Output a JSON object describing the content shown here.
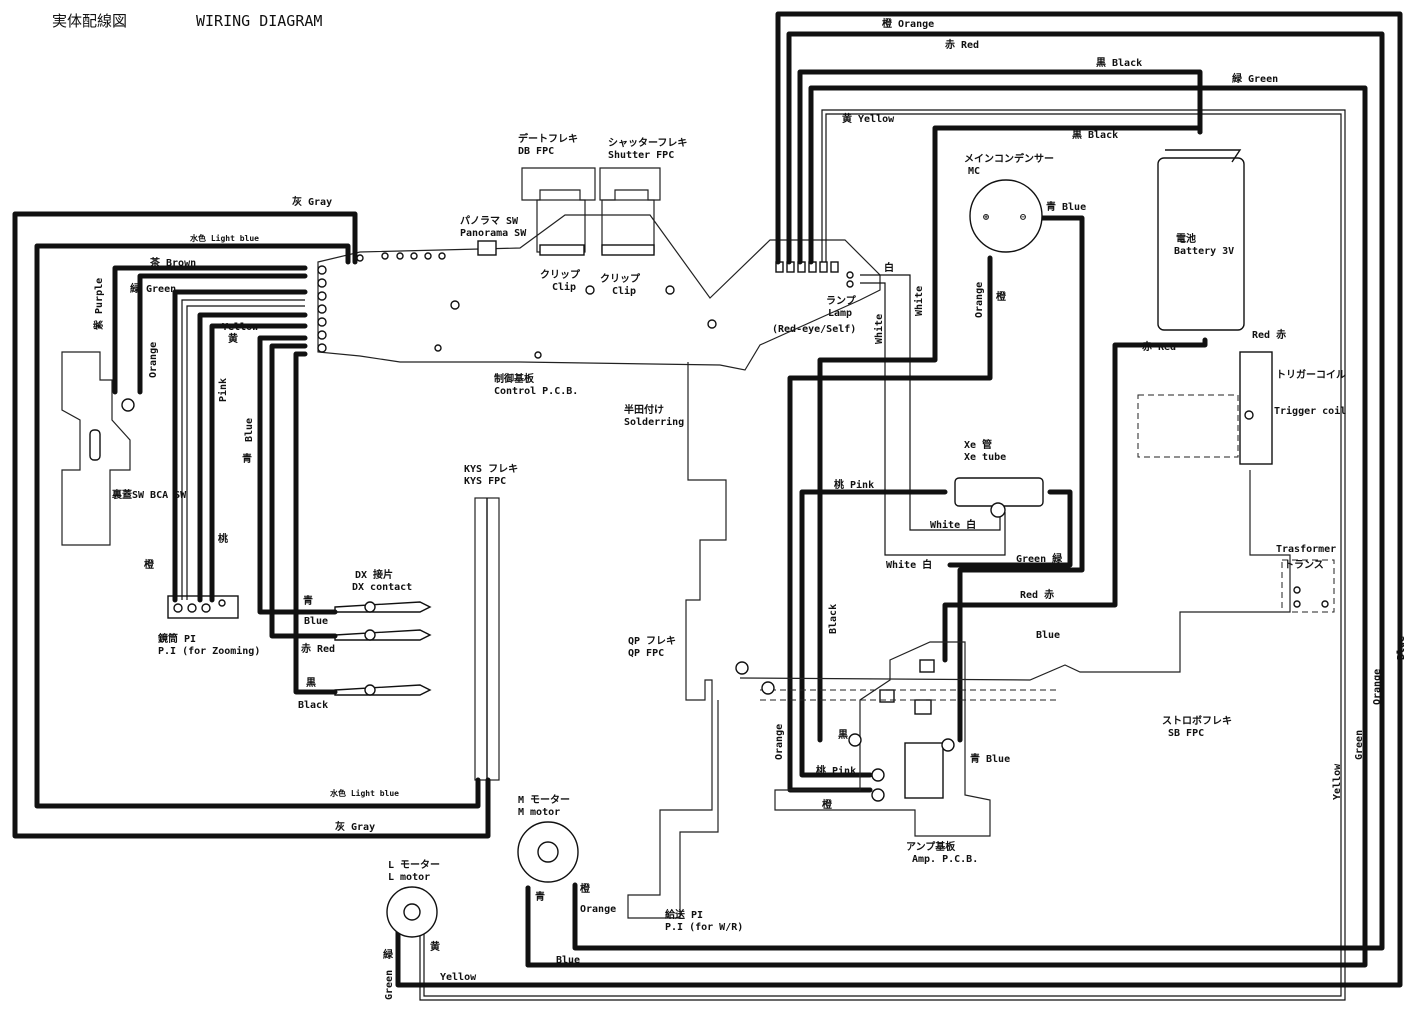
{
  "title": {
    "jp": "実体配線図",
    "en": "WIRING DIAGRAM"
  },
  "labels": {
    "gray_top": "灰 Gray",
    "light_blue_top": "水色 Light blue",
    "brown": "茶 Brown",
    "green_left": "緑 Green",
    "yellow_left": "Yellow",
    "yellow_left_jp": "黄",
    "purple": "紫 Purple",
    "orange_left": "Orange",
    "pink_left": "Pink",
    "blue_left": "Blue",
    "blue_left_jp": "青",
    "orange_left_jp": "橙",
    "pink_left_jp": "桃",
    "bca_sw": "裏蓋SW BCA SW",
    "pi_zoom_jp": "鏡筒 PI",
    "pi_zoom_en": "P.I (for Zooming)",
    "dx_contact_jp": "DX 接片",
    "dx_contact_en": "DX contact",
    "dx_blue": "Blue",
    "dx_blue_jp": "青",
    "dx_red": "赤 Red",
    "dx_black_jp": "黒",
    "dx_black": "Black",
    "light_blue_bottom": "水色 Light blue",
    "gray_bottom": "灰 Gray",
    "kys_fpc_jp": "KYS フレキ",
    "kys_fpc_en": "KYS FPC",
    "panorama_jp": "パノラマ SW",
    "panorama_en": "Panorama SW",
    "db_fpc_jp": "デートフレキ",
    "db_fpc_en": "DB FPC",
    "shutter_fpc_jp": "シャッターフレキ",
    "shutter_fpc_en": "Shutter FPC",
    "clip1_jp": "クリップ",
    "clip1_en": "Clip",
    "clip2_jp": "クリップ",
    "clip2_en": "Clip",
    "control_pcb_jp": "制御基板",
    "control_pcb_en": "Control P.C.B.",
    "soldering_jp": "半田付け",
    "soldering_en": "Solderring",
    "lamp_jp": "ランプ",
    "lamp_en": "Lamp",
    "lamp_note": "(Red-eye/Self)",
    "qp_fpc_jp": "QP フレキ",
    "qp_fpc_en": "QP FPC",
    "m_motor_jp": "M モーター",
    "m_motor_en": "M motor",
    "l_motor_jp": "L モーター",
    "l_motor_en": "L motor",
    "m_blue_jp": "青",
    "m_orange": "Orange",
    "m_orange_jp": "橙",
    "feed_pi_jp": "給送 PI",
    "feed_pi_en": "P.I (for W/R)",
    "blue_bottom": "Blue",
    "yellow_bottom": "Yellow",
    "green_bottom": "Green",
    "l_green_jp": "緑",
    "l_yellow_jp": "黄",
    "orange_top": "橙 Orange",
    "red_top": "赤 Red",
    "black_top": "黒 Black",
    "green_top": "緑 Green",
    "yellow_top": "黄 Yellow",
    "black_mid": "黒 Black",
    "main_capacitor_jp": "メインコンデンサー",
    "main_capacitor_en": "MC",
    "blue_mc": "青 Blue",
    "orange_mc": "Orange",
    "orange_mc_jp": "橙",
    "battery_jp": "電池",
    "battery_en": "Battery 3V",
    "red_battery": "Red 赤",
    "red_battery2": "赤 Red",
    "trigger_coil_jp": "トリガーコイル",
    "trigger_coil_en": "Trigger coil",
    "white_right": "White",
    "white_right_jp": "白",
    "white_vert": "White",
    "xe_tube_jp": "Xe 管",
    "xe_tube_en": "Xe tube",
    "pink_xe": "桃 Pink",
    "white_xe": "White 白",
    "white_xe2": "White 白",
    "green_xe": "Green 緑",
    "red_xe": "Red 赤",
    "blue_xe": "Blue",
    "black_vert": "Black",
    "transformer_en": "Trasformer",
    "transformer_jp": "トランス",
    "sb_fpc_jp": "ストロボフレキ",
    "sb_fpc_en": "SB FPC",
    "blue_amp": "青 Blue",
    "black_amp_jp": "黒",
    "pink_amp": "桃 Pink",
    "orange_amp_jp": "橙",
    "orange_amp_vert": "Orange",
    "amp_pcb_jp": "アンプ基板",
    "amp_pcb_en": "Amp. P.C.B.",
    "blue_right_vert": "Blue",
    "orange_right_vert": "Orange",
    "green_right_vert": "Green",
    "yellow_right_vert": "Yellow"
  }
}
